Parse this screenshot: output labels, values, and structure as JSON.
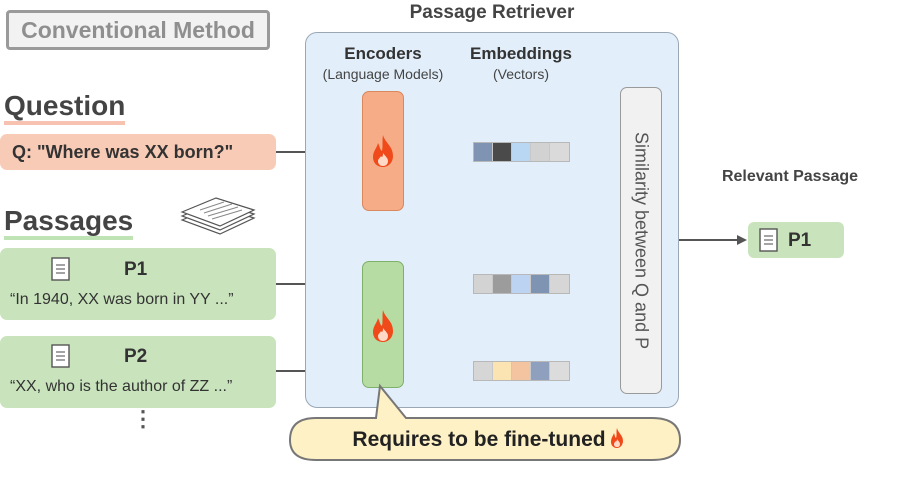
{
  "method_label": "Conventional Method",
  "question": {
    "heading": "Question",
    "text": "Q: \"Where was XX born?\""
  },
  "passages": {
    "heading": "Passages",
    "items": [
      {
        "title": "P1",
        "text": "“In 1940, XX was born in YY ...”"
      },
      {
        "title": "P2",
        "text": "“XX, who is the author of ZZ ...”"
      }
    ],
    "ellipsis": "⋮"
  },
  "retriever": {
    "title": "Passage Retriever",
    "encoders_title": "Encoders",
    "encoders_sub": "(Language Models)",
    "embeddings_title": "Embeddings",
    "embeddings_sub": "(Vectors)",
    "similarity": "Similarity between Q and P"
  },
  "vectors": {
    "q": [
      "#7f93b3",
      "#4a4a4a",
      "#b9d7f2",
      "#d2d2d2",
      "#dadada"
    ],
    "p1": [
      "#d3d3d3",
      "#9c9c9c",
      "#bcd3f1",
      "#7f93b3",
      "#d6d6d6"
    ],
    "p2": [
      "#d6d6d6",
      "#fbe3b2",
      "#f4c4a0",
      "#8ea0bd",
      "#dcdcdc"
    ]
  },
  "relevant": {
    "title": "Relevant Passage",
    "label": "P1"
  },
  "callout": "Requires to be fine-tuned",
  "colors": {
    "question_fill": "#f8cbb6",
    "passage_fill": "#c9e4bd",
    "retriever_fill": "#e2eef9",
    "flame": "#f04a1a"
  },
  "icons": [
    "document-icon",
    "document-stack-icon",
    "flame-icon"
  ]
}
